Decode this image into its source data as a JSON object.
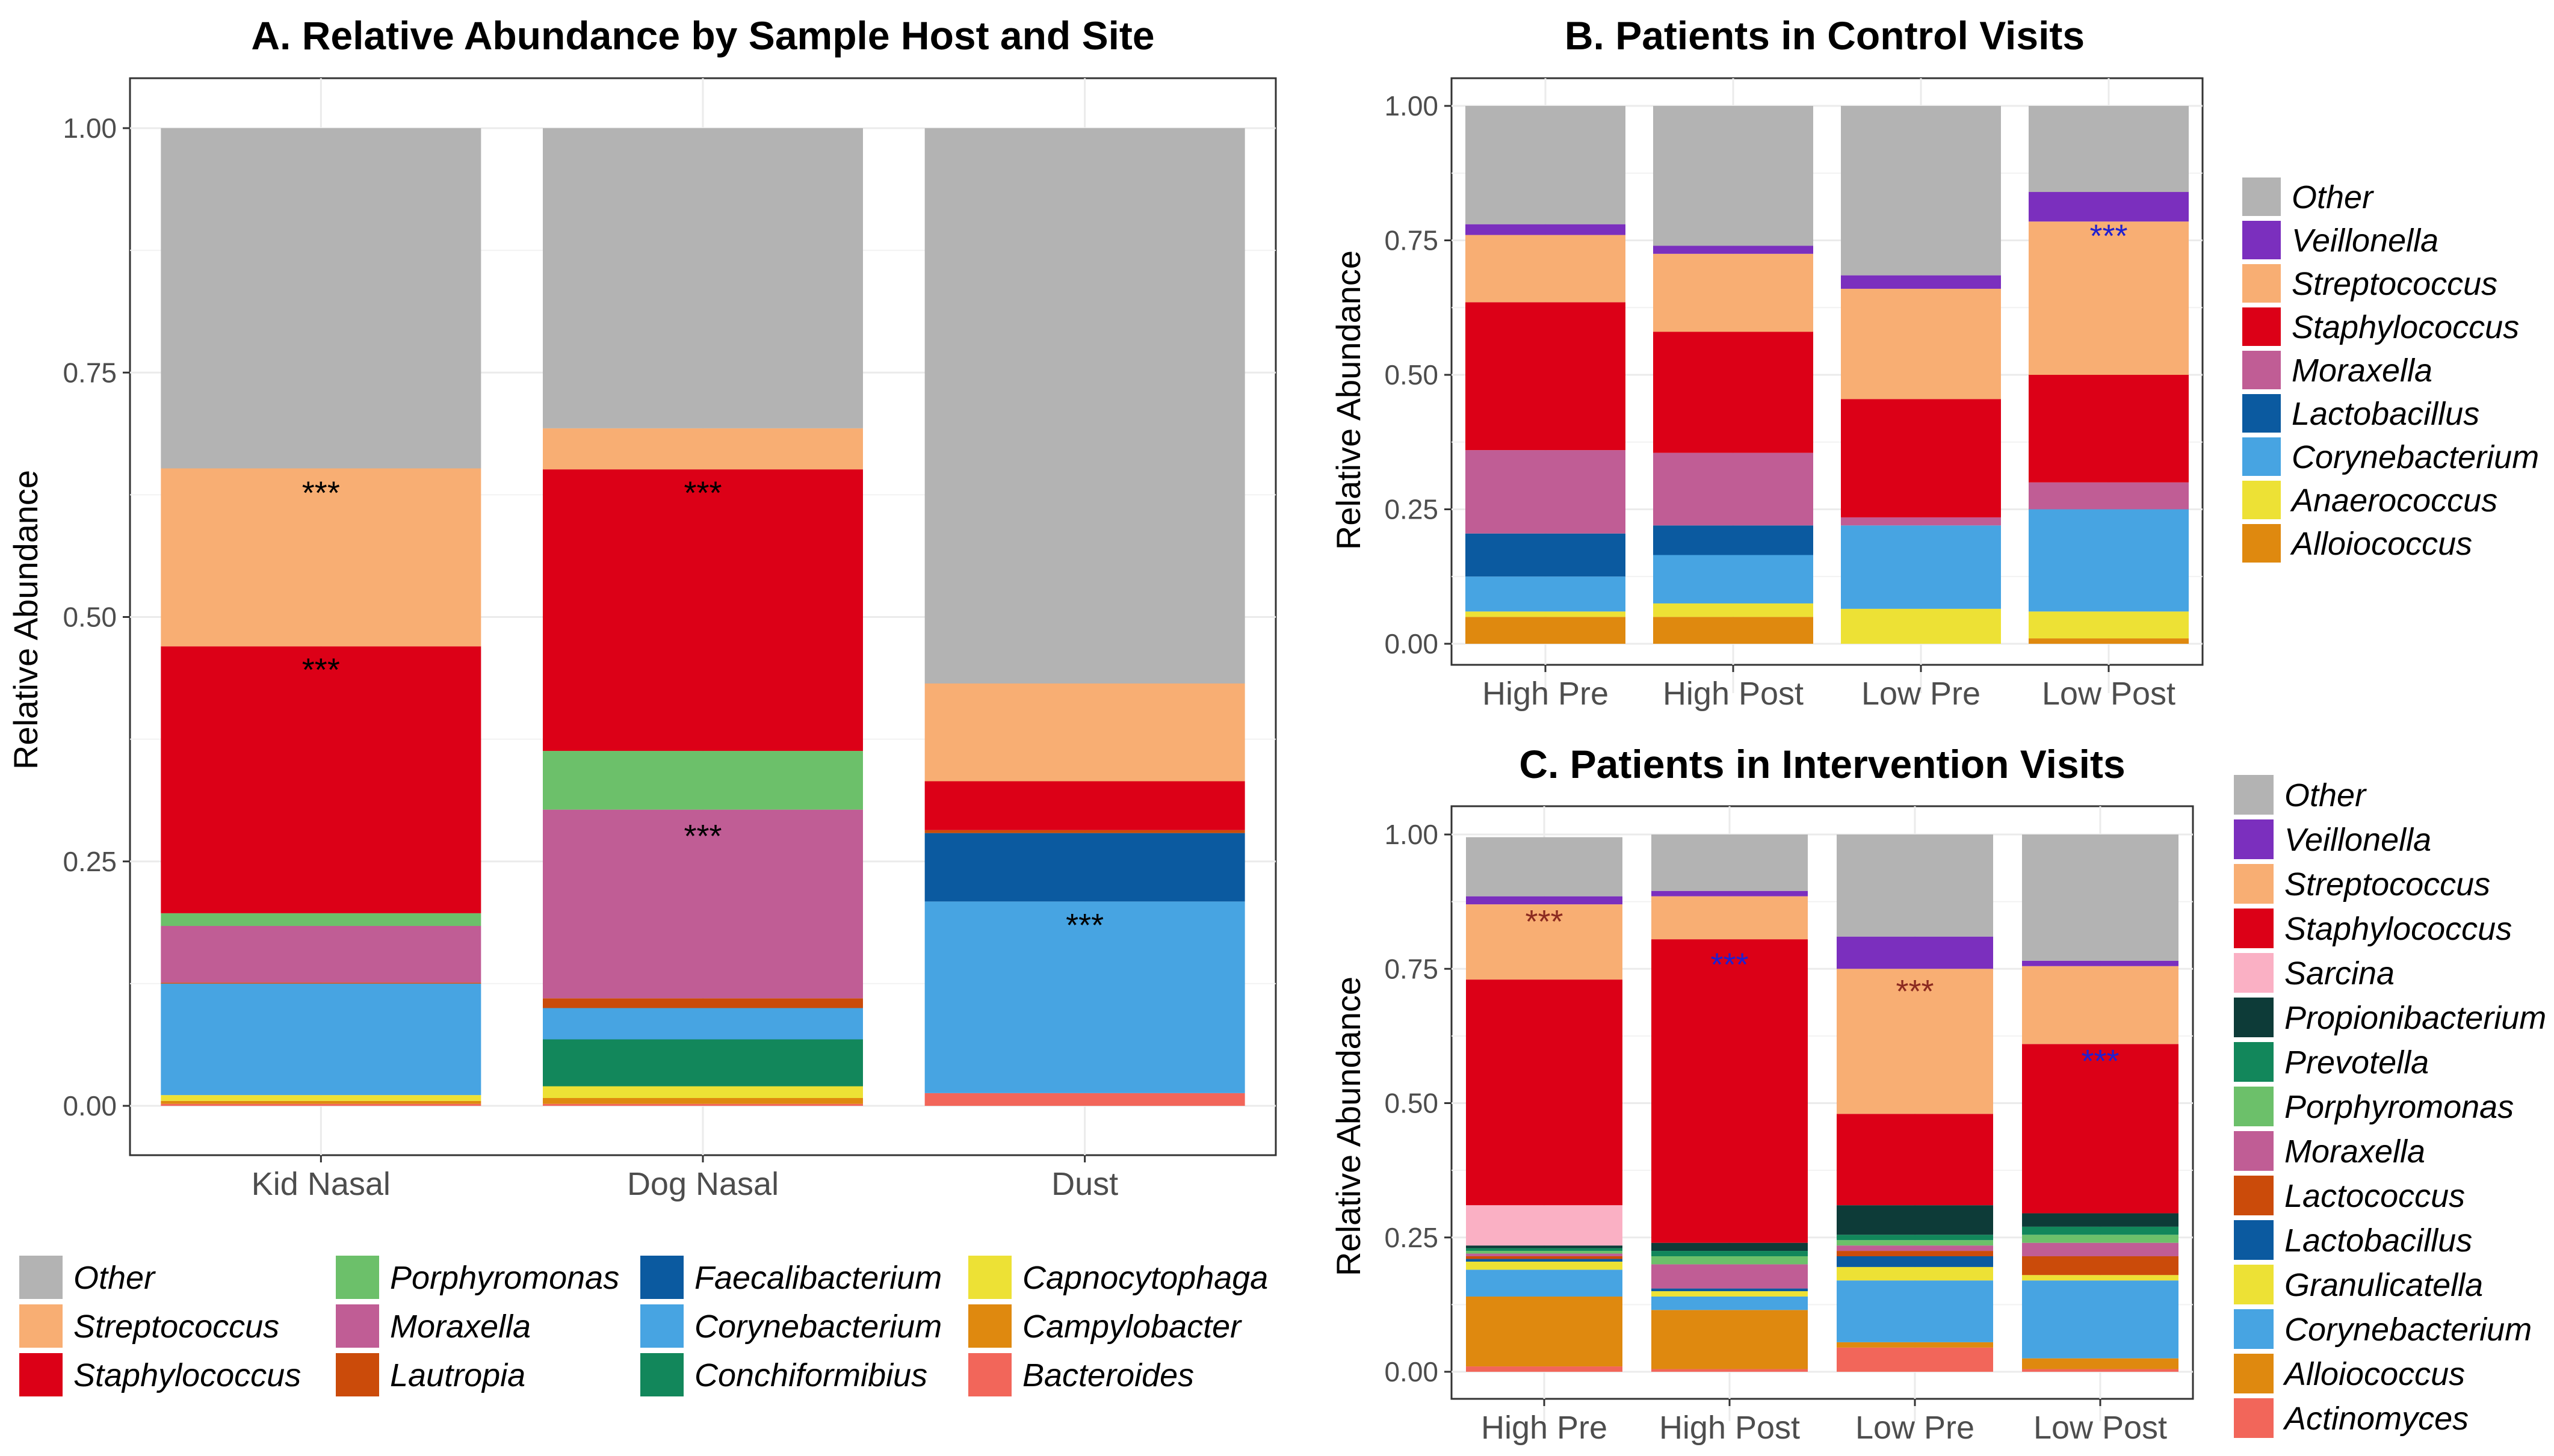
{
  "colors": {
    "Other": "#B3B3B3",
    "Veillonella": "#7B2FBE",
    "Streptococcus": "#F8AE73",
    "Staphylococcus": "#DC0017",
    "Moraxella": "#C05D95",
    "Lactobacillus": "#0B5AA0",
    "Corynebacterium": "#47A4E2",
    "Anaerococcus": "#EDE135",
    "Alloiococcus": "#DF890F",
    "Sarcina": "#FAB0C4",
    "Propionibacterium": "#0D3B38",
    "Prevotella": "#12875B",
    "Porphyromonas": "#6CC06A",
    "Lactococcus": "#CB4B0A",
    "Granulicatella": "#EDE135",
    "Actinomyces": "#F2665A",
    "Faecalibacterium": "#0B5AA0",
    "Capnocytophaga": "#EDE135",
    "Campylobacter": "#DF890F",
    "Bacteroides": "#F2665A",
    "Lautropia": "#CB4B0A",
    "Conchiformibius": "#12875B"
  },
  "chart_data": [
    {
      "type": "bar",
      "stacked": true,
      "title": "A. Relative Abundance by Sample Host and Site",
      "xlabel": "",
      "ylabel": "Relative Abundance",
      "ylim": [
        0,
        1
      ],
      "yticks": [
        "0.00",
        "0.25",
        "0.50",
        "0.75",
        "1.00"
      ],
      "grid": true,
      "categories": [
        "Kid Nasal",
        "Dog Nasal",
        "Dust"
      ],
      "series": [
        {
          "name": "Bacteroides",
          "values": [
            0.002,
            0.002,
            0.013
          ]
        },
        {
          "name": "Campylobacter",
          "values": [
            0.003,
            0.006,
            0.0
          ]
        },
        {
          "name": "Capnocytophaga",
          "values": [
            0.006,
            0.012,
            0.0
          ]
        },
        {
          "name": "Conchiformibius",
          "values": [
            0.0,
            0.048,
            0.0
          ]
        },
        {
          "name": "Corynebacterium",
          "values": [
            0.114,
            0.032,
            0.196
          ]
        },
        {
          "name": "Faecalibacterium",
          "values": [
            0.0,
            0.0,
            0.07
          ]
        },
        {
          "name": "Lautropia",
          "values": [
            0.001,
            0.01,
            0.003
          ]
        },
        {
          "name": "Moraxella",
          "values": [
            0.058,
            0.193,
            0.0
          ]
        },
        {
          "name": "Porphyromonas",
          "values": [
            0.013,
            0.06,
            0.0
          ]
        },
        {
          "name": "Staphylococcus",
          "values": [
            0.273,
            0.288,
            0.05
          ]
        },
        {
          "name": "Streptococcus",
          "values": [
            0.182,
            0.042,
            0.1
          ]
        },
        {
          "name": "Other",
          "values": [
            0.348,
            0.307,
            0.568
          ]
        }
      ],
      "annotations": [
        {
          "category": "Kid Nasal",
          "y": 0.628,
          "text": "***",
          "color": "#000000"
        },
        {
          "category": "Kid Nasal",
          "y": 0.447,
          "text": "***",
          "color": "#000000"
        },
        {
          "category": "Dog Nasal",
          "y": 0.628,
          "text": "***",
          "color": "#000000"
        },
        {
          "category": "Dog Nasal",
          "y": 0.277,
          "text": "***",
          "color": "#000000"
        },
        {
          "category": "Dust",
          "y": 0.186,
          "text": "***",
          "color": "#000000"
        }
      ],
      "legend": {
        "placement": "bottom",
        "entries": [
          "Other",
          "Streptococcus",
          "Staphylococcus",
          "Porphyromonas",
          "Moraxella",
          "Lautropia",
          "Faecalibacterium",
          "Corynebacterium",
          "Conchiformibius",
          "Capnocytophaga",
          "Campylobacter",
          "Bacteroides"
        ]
      }
    },
    {
      "type": "bar",
      "stacked": true,
      "title": "B. Patients in Control Visits",
      "xlabel": "",
      "ylabel": "Relative Abundance",
      "ylim": [
        0,
        1
      ],
      "yticks": [
        "0.00",
        "0.25",
        "0.50",
        "0.75",
        "1.00"
      ],
      "grid": true,
      "categories": [
        "High Pre",
        "High Post",
        "Low Pre",
        "Low Post"
      ],
      "series": [
        {
          "name": "Alloiococcus",
          "values": [
            0.05,
            0.05,
            0.0,
            0.01
          ]
        },
        {
          "name": "Anaerococcus",
          "values": [
            0.01,
            0.025,
            0.065,
            0.05
          ]
        },
        {
          "name": "Corynebacterium",
          "values": [
            0.065,
            0.09,
            0.155,
            0.19
          ]
        },
        {
          "name": "Lactobacillus",
          "values": [
            0.08,
            0.055,
            0.0,
            0.0
          ]
        },
        {
          "name": "Moraxella",
          "values": [
            0.155,
            0.135,
            0.015,
            0.05
          ]
        },
        {
          "name": "Staphylococcus",
          "values": [
            0.275,
            0.225,
            0.22,
            0.2
          ]
        },
        {
          "name": "Streptococcus",
          "values": [
            0.125,
            0.145,
            0.205,
            0.285
          ]
        },
        {
          "name": "Veillonella",
          "values": [
            0.02,
            0.015,
            0.025,
            0.055
          ]
        },
        {
          "name": "Other",
          "values": [
            0.22,
            0.26,
            0.315,
            0.16
          ]
        }
      ],
      "annotations": [
        {
          "category": "Low Post",
          "y": 0.76,
          "text": "***",
          "color": "#2020D0"
        }
      ],
      "legend": {
        "placement": "right",
        "entries": [
          "Other",
          "Veillonella",
          "Streptococcus",
          "Staphylococcus",
          "Moraxella",
          "Lactobacillus",
          "Corynebacterium",
          "Anaerococcus",
          "Alloiococcus"
        ]
      }
    },
    {
      "type": "bar",
      "stacked": true,
      "title": "C. Patients in Intervention Visits",
      "xlabel": "",
      "ylabel": "Relative Abundance",
      "ylim": [
        0,
        1
      ],
      "yticks": [
        "0.00",
        "0.25",
        "0.50",
        "0.75",
        "1.00"
      ],
      "grid": true,
      "categories": [
        "High Pre",
        "High Post",
        "Low Pre",
        "Low Post"
      ],
      "series": [
        {
          "name": "Actinomyces",
          "values": [
            0.01,
            0.005,
            0.045,
            0.005
          ]
        },
        {
          "name": "Alloiococcus",
          "values": [
            0.13,
            0.11,
            0.01,
            0.02
          ]
        },
        {
          "name": "Corynebacterium",
          "values": [
            0.05,
            0.025,
            0.115,
            0.145
          ]
        },
        {
          "name": "Granulicatella",
          "values": [
            0.015,
            0.01,
            0.025,
            0.01
          ]
        },
        {
          "name": "Lactobacillus",
          "values": [
            0.005,
            0.005,
            0.02,
            0.0
          ]
        },
        {
          "name": "Lactococcus",
          "values": [
            0.005,
            0.0,
            0.01,
            0.035
          ]
        },
        {
          "name": "Moraxella",
          "values": [
            0.005,
            0.045,
            0.01,
            0.025
          ]
        },
        {
          "name": "Porphyromonas",
          "values": [
            0.005,
            0.015,
            0.01,
            0.015
          ]
        },
        {
          "name": "Prevotella",
          "values": [
            0.005,
            0.01,
            0.01,
            0.015
          ]
        },
        {
          "name": "Propionibacterium",
          "values": [
            0.005,
            0.015,
            0.055,
            0.025
          ]
        },
        {
          "name": "Sarcina",
          "values": [
            0.075,
            0.0,
            0.0,
            0.0
          ]
        },
        {
          "name": "Staphylococcus",
          "values": [
            0.42,
            0.565,
            0.17,
            0.315
          ]
        },
        {
          "name": "Streptococcus",
          "values": [
            0.14,
            0.08,
            0.27,
            0.145
          ]
        },
        {
          "name": "Veillonella",
          "values": [
            0.015,
            0.01,
            0.06,
            0.01
          ]
        },
        {
          "name": "Other",
          "values": [
            0.11,
            0.105,
            0.19,
            0.235
          ]
        }
      ],
      "annotations": [
        {
          "category": "High Pre",
          "y": 0.84,
          "text": "***",
          "color": "#8B2A20"
        },
        {
          "category": "High Post",
          "y": 0.76,
          "text": "***",
          "color": "#2020D0"
        },
        {
          "category": "Low Pre",
          "y": 0.71,
          "text": "***",
          "color": "#8B2A20"
        },
        {
          "category": "Low Post",
          "y": 0.58,
          "text": "***",
          "color": "#2020D0"
        }
      ],
      "legend": {
        "placement": "right",
        "entries": [
          "Other",
          "Veillonella",
          "Streptococcus",
          "Staphylococcus",
          "Sarcina",
          "Propionibacterium",
          "Prevotella",
          "Porphyromonas",
          "Moraxella",
          "Lactococcus",
          "Lactobacillus",
          "Granulicatella",
          "Corynebacterium",
          "Alloiococcus",
          "Actinomyces"
        ]
      }
    }
  ]
}
